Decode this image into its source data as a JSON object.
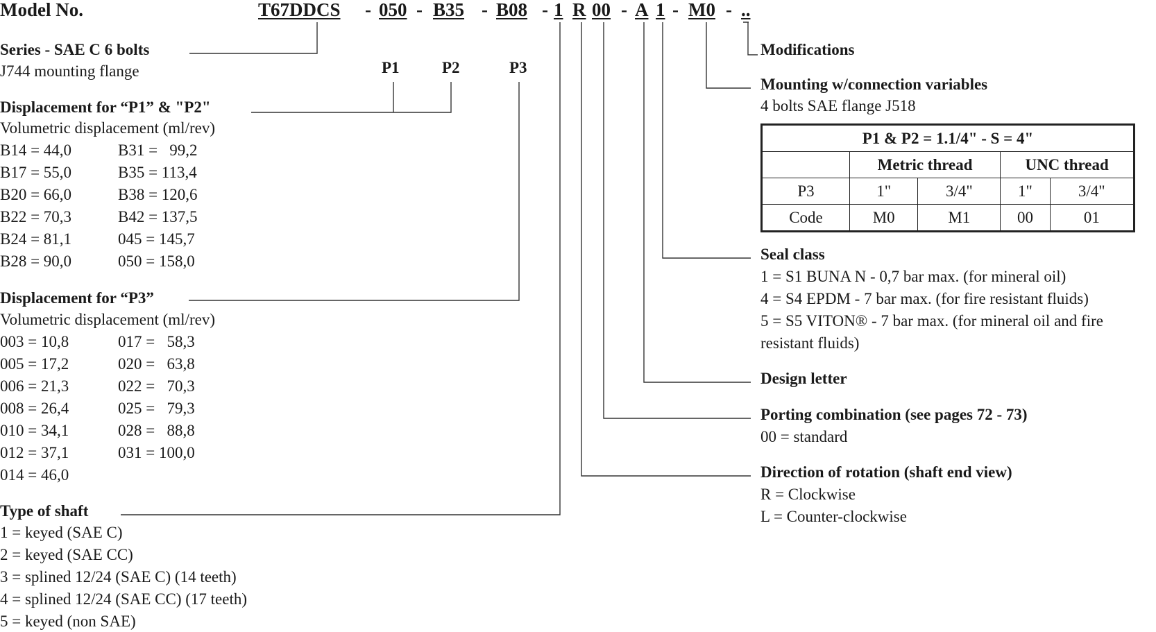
{
  "header": {
    "title": "Model No.",
    "codes": [
      "T67DDCS",
      "050",
      "B35",
      "B08",
      "1",
      "R",
      "00",
      "A",
      "1",
      "M0",
      ".."
    ],
    "sep": "-",
    "pumps": [
      "P1",
      "P2",
      "P3"
    ]
  },
  "series": {
    "title": "Series - SAE C 6 bolts",
    "subtitle": "J744 mounting flange"
  },
  "disp12": {
    "title": "Displacement for “P1” & \"P2\"",
    "subtitle": "Volumetric displacement (ml/rev)",
    "col1": [
      "B14 = 44,0",
      "B17 = 55,0",
      "B20 = 66,0",
      "B22 = 70,3",
      "B24 = 81,1",
      "B28 = 90,0"
    ],
    "col2": [
      "B31 =   99,2",
      "B35 = 113,4",
      "B38 = 120,6",
      "B42 = 137,5",
      "045 = 145,7",
      "050 = 158,0"
    ]
  },
  "disp3": {
    "title": "Displacement for “P3”",
    "subtitle": "Volumetric displacement (ml/rev)",
    "col1": [
      "003 = 10,8",
      "005 = 17,2",
      "006 = 21,3",
      "008 = 26,4",
      "010 = 34,1",
      "012 = 37,1",
      "014 = 46,0"
    ],
    "col2": [
      "017 =   58,3",
      "020 =   63,8",
      "022 =   70,3",
      "025 =   79,3",
      "028 =   88,8",
      "031 = 100,0"
    ]
  },
  "shaft": {
    "title": "Type of shaft",
    "items": [
      "1 = keyed (SAE C)",
      "2 = keyed (SAE CC)",
      "3 = splined 12/24 (SAE C) (14 teeth)",
      "4 = splined 12/24 (SAE CC) (17 teeth)",
      "5 = keyed (non SAE)"
    ]
  },
  "modifications": {
    "title": "Modifications"
  },
  "mounting": {
    "title": "Mounting w/connection variables",
    "subtitle": "4 bolts SAE flange J518",
    "table": {
      "header": "P1 & P2 = 1.1/4\" - S = 4\"",
      "groups": [
        "Metric thread",
        "UNC thread"
      ],
      "row1": [
        "P3",
        "1\"",
        "3/4\"",
        "1\"",
        "3/4\""
      ],
      "row2": [
        "Code",
        "M0",
        "M1",
        "00",
        "01"
      ]
    }
  },
  "seal": {
    "title": "Seal class",
    "items": [
      "1 = S1 BUNA N - 0,7 bar max. (for mineral oil)",
      "4 = S4 EPDM - 7 bar max. (for fire resistant fluids)",
      "5 = S5 VITON® - 7 bar max. (for mineral oil and fire",
      "resistant fluids)"
    ]
  },
  "design": {
    "title": "Design letter"
  },
  "porting": {
    "title": "Porting combination (see pages 72 - 73)",
    "items": [
      "00 = standard"
    ]
  },
  "rotation": {
    "title": "Direction of rotation (shaft end view)",
    "items": [
      "R = Clockwise",
      "L = Counter-clockwise"
    ]
  }
}
